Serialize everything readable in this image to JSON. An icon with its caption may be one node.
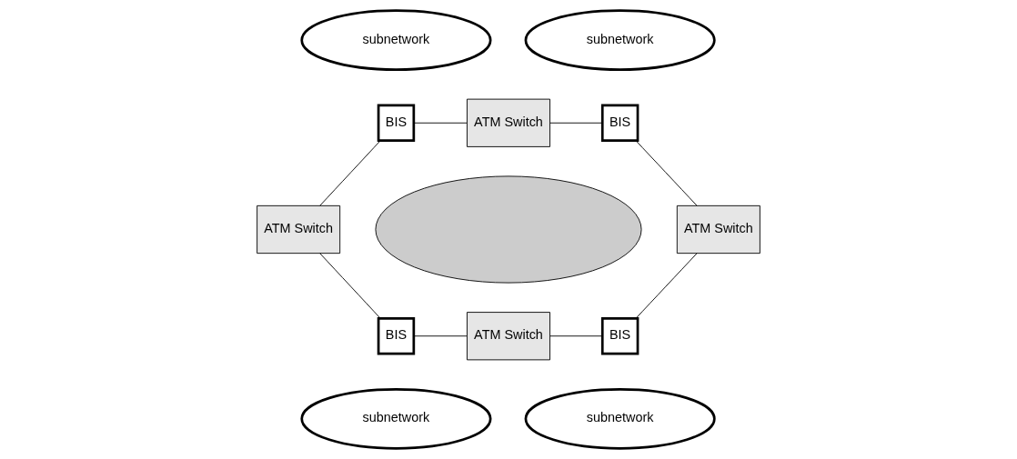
{
  "diagram": {
    "nodes": [
      {
        "text": [
          "subnetwork"
        ]
      },
      {
        "text": [
          "subnetwork"
        ]
      },
      {
        "text": [
          "BIS"
        ]
      },
      {
        "text": [
          "ATM Switch"
        ]
      },
      {
        "text": [
          "BIS"
        ]
      },
      {
        "text": [
          "ATM Switch"
        ]
      },
      {
        "text": [],
        "shape": "ellipse"
      },
      {
        "text": [
          "ATM Switch"
        ]
      },
      {
        "text": [
          "BIS"
        ]
      },
      {
        "text": [
          "ATM Switch"
        ]
      },
      {
        "text": [
          "BIS"
        ]
      },
      {
        "text": [
          "subnetwork"
        ]
      },
      {
        "text": [
          "subnetwork"
        ]
      }
    ],
    "edges": [
      {
        "from": 2,
        "to": 3,
        "arrow": "none"
      },
      {
        "from": 3,
        "to": 4,
        "arrow": "none"
      },
      {
        "from": 2,
        "to": 5,
        "arrow": "none"
      },
      {
        "from": 5,
        "to": 8,
        "arrow": "none"
      },
      {
        "from": 4,
        "to": 7,
        "arrow": "none"
      },
      {
        "from": 7,
        "to": 10,
        "arrow": "none"
      },
      {
        "from": 8,
        "to": 9,
        "arrow": "none"
      },
      {
        "from": 9,
        "to": 10,
        "arrow": "none"
      }
    ]
  }
}
